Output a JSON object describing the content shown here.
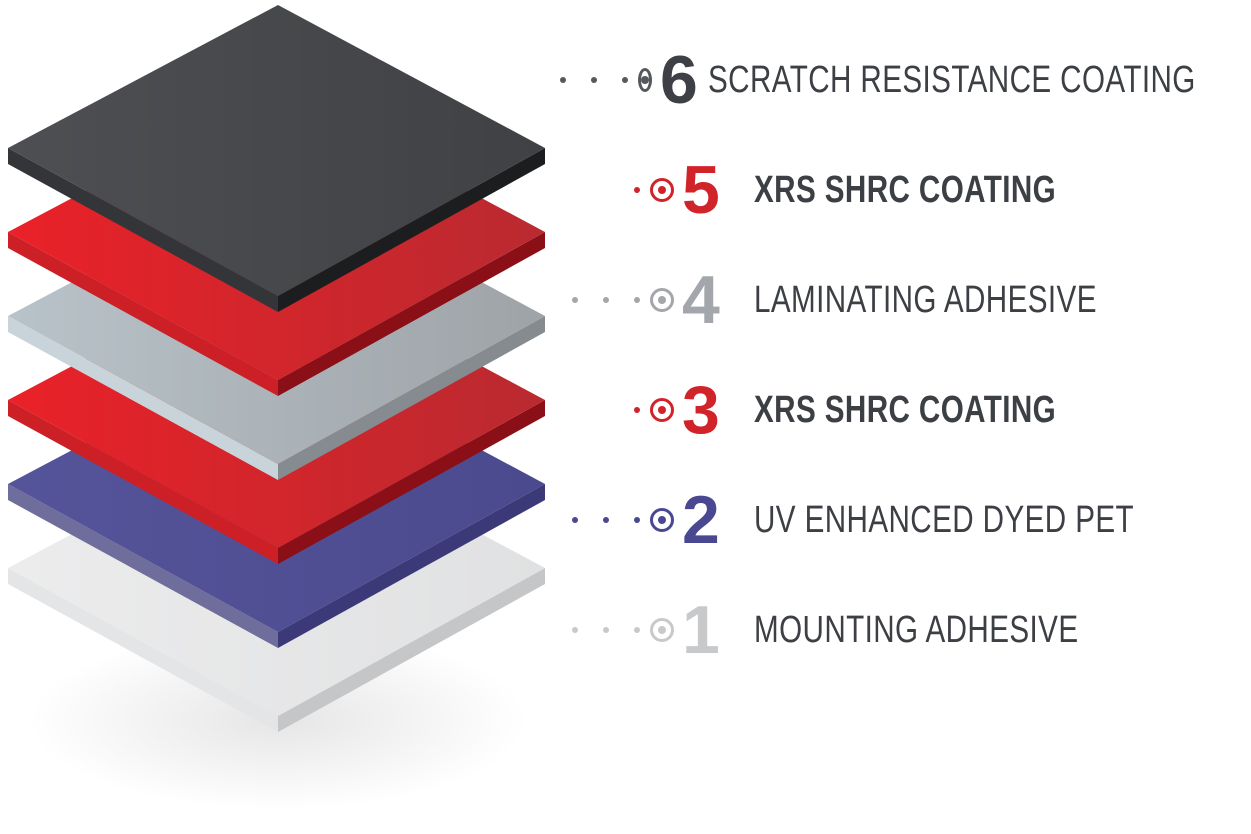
{
  "layers": [
    {
      "number": "6",
      "name": "SCRATCH RESISTANCE COATING",
      "bold": false,
      "dots": 3,
      "color": "#3e4045",
      "accent": "#55585c",
      "side_left": "#333538",
      "side_right": "#1c1d1f",
      "top_light": "#4d4f52",
      "top_dark": "#3f4144"
    },
    {
      "number": "5",
      "name": "XRS SHRC COATING",
      "bold": true,
      "dots": 1,
      "color": "#d0232a",
      "accent": "#d0232a",
      "side_left": "#cc1f26",
      "side_right": "#8a0f16",
      "top_light": "#ea2128",
      "top_dark": "#b92a30"
    },
    {
      "number": "4",
      "name": "LAMINATING ADHESIVE",
      "bold": false,
      "dots": 3,
      "color": "#a3a7ab",
      "accent": "#a3a7ab",
      "side_left": "#c9d4da",
      "side_right": "#858b8f",
      "top_light": "#b8c3c9",
      "top_dark": "#9ea3a7"
    },
    {
      "number": "3",
      "name": "XRS SHRC COATING",
      "bold": true,
      "dots": 1,
      "color": "#d0232a",
      "accent": "#d0232a",
      "side_left": "#cc1f26",
      "side_right": "#8a0f16",
      "top_light": "#ea2128",
      "top_dark": "#b92a30"
    },
    {
      "number": "2",
      "name": "UV ENHANCED DYED PET",
      "bold": false,
      "dots": 3,
      "color": "#4a4891",
      "accent": "#4a4891",
      "side_left": "#6f6d9c",
      "side_right": "#3b3978",
      "top_light": "#55549a",
      "top_dark": "#4c4a8e"
    },
    {
      "number": "1",
      "name": "MOUNTING ADHESIVE",
      "bold": false,
      "dots": 3,
      "color": "#c8c9cb",
      "accent": "#c8c9cb",
      "side_left": "#e4e5e6",
      "side_right": "#c5c6c8",
      "top_light": "#ececed",
      "top_dark": "#e0e1e2"
    }
  ]
}
